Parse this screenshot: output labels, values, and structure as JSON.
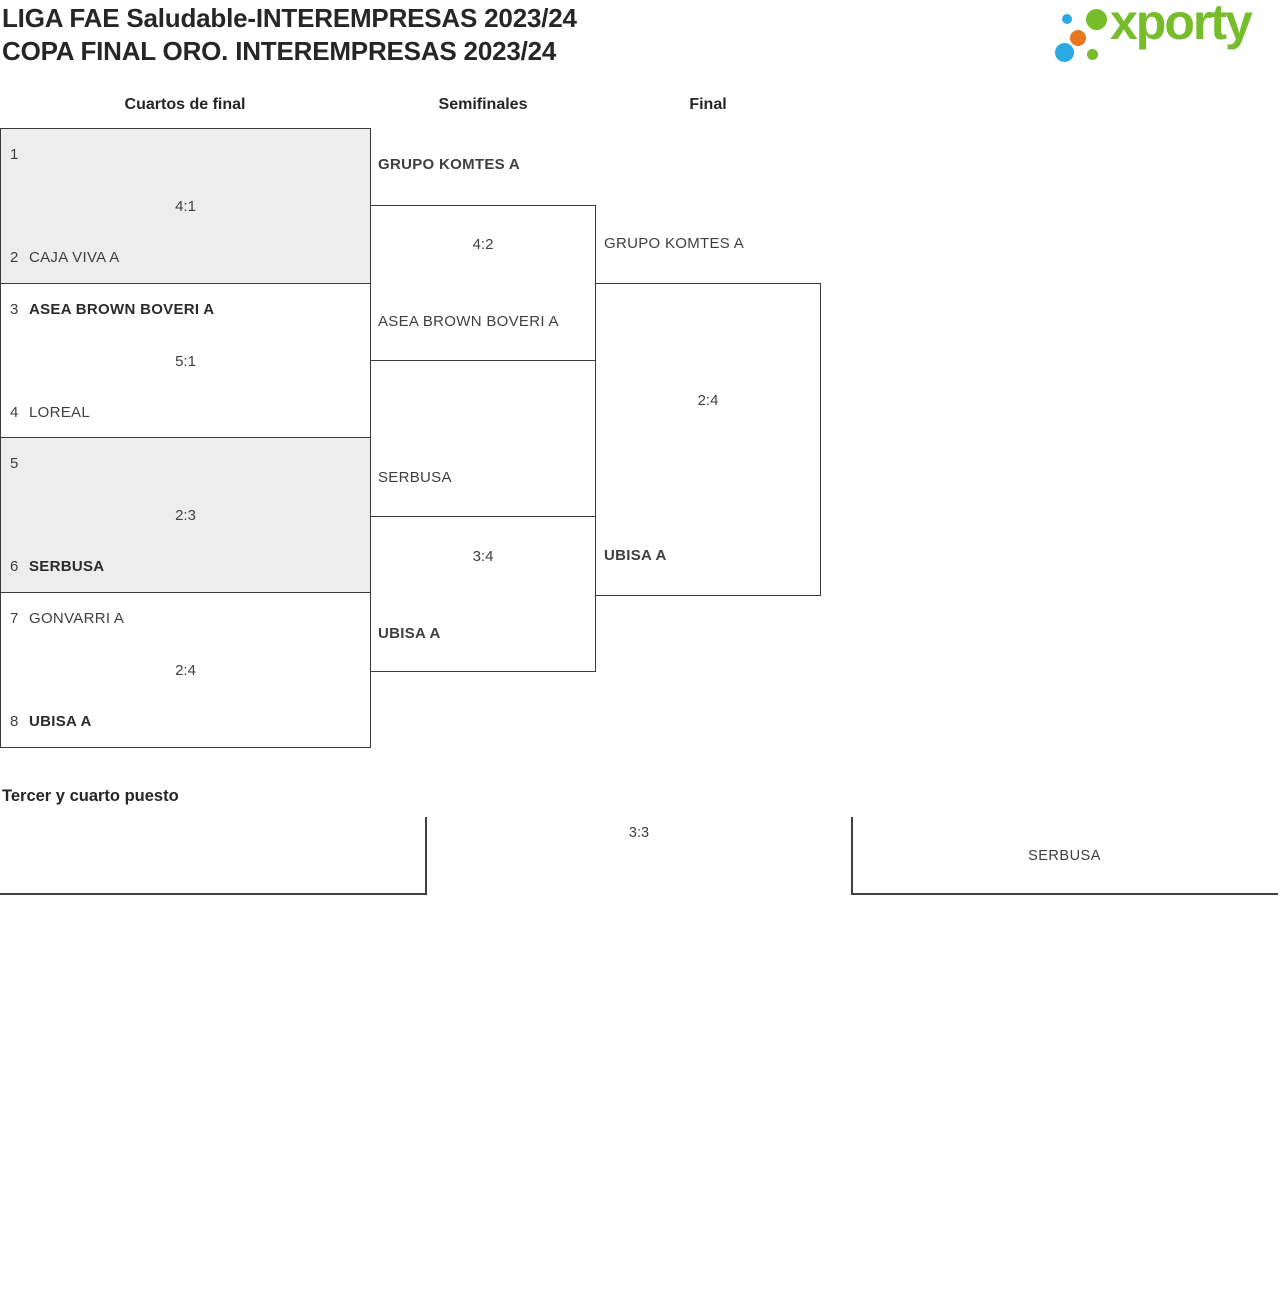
{
  "header": {
    "title_line1": "LIGA FAE Saludable-INTEREMPRESAS 2023/24",
    "title_line2": "COPA FINAL ORO. INTEREMPRESAS 2023/24"
  },
  "logo": {
    "text": "xporty",
    "colors": {
      "green": "#76bc2b",
      "blue": "#29abe2",
      "orange": "#e8781e"
    }
  },
  "round_headers": {
    "quarterfinals": "Cuartos de final",
    "semifinals": "Semifinales",
    "final": "Final"
  },
  "theme": {
    "box_fill_shaded": "#ededed",
    "box_border": "#3a3a3a",
    "text": "#3f3f3f"
  },
  "quarterfinals": [
    {
      "top_seed": "1",
      "top_team": "",
      "top_bold": false,
      "score": "4:1",
      "bottom_seed": "2",
      "bottom_team": "CAJA VIVA A",
      "bottom_bold": false
    },
    {
      "top_seed": "3",
      "top_team": "ASEA BROWN BOVERI A",
      "top_bold": true,
      "score": "5:1",
      "bottom_seed": "4",
      "bottom_team": "LOREAL",
      "bottom_bold": false
    },
    {
      "top_seed": "5",
      "top_team": "",
      "top_bold": false,
      "score": "2:3",
      "bottom_seed": "6",
      "bottom_team": "SERBUSA",
      "bottom_bold": true
    },
    {
      "top_seed": "7",
      "top_team": "GONVARRI A",
      "top_bold": false,
      "score": "2:4",
      "bottom_seed": "8",
      "bottom_team": "UBISA A",
      "bottom_bold": true
    }
  ],
  "semifinals": [
    {
      "top_team": "GRUPO KOMTES A",
      "top_bold": true,
      "score": "4:2",
      "bottom_team": "ASEA BROWN BOVERI A",
      "bottom_bold": false
    },
    {
      "top_team": "SERBUSA",
      "top_bold": false,
      "score": "3:4",
      "bottom_team": "UBISA A",
      "bottom_bold": true
    }
  ],
  "final": {
    "top_team": "GRUPO KOMTES A",
    "top_bold": false,
    "score": "2:4",
    "bottom_team": "UBISA A",
    "bottom_bold": true
  },
  "third_place": {
    "heading": "Tercer y cuarto puesto",
    "left_team": "",
    "score": "3:3",
    "right_team": "SERBUSA"
  }
}
